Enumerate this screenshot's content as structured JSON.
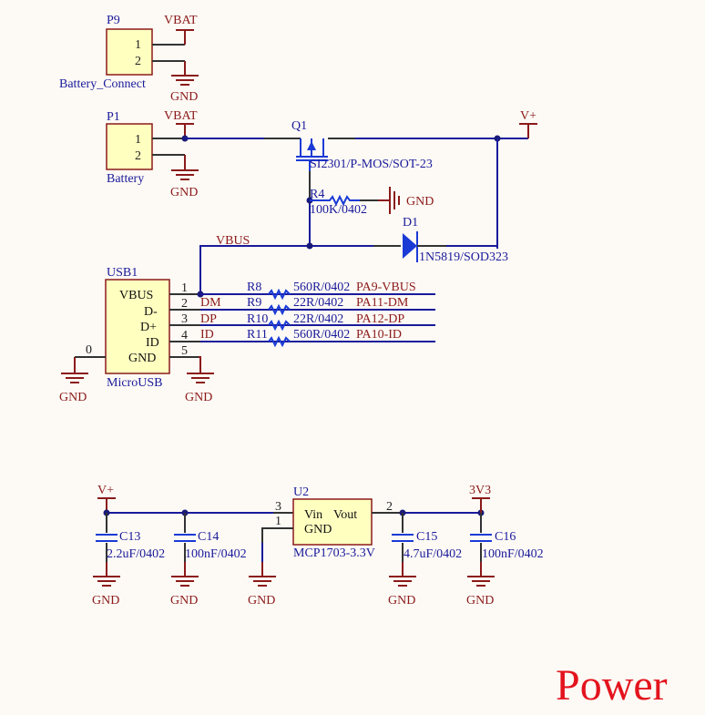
{
  "title": "Power",
  "colors": {
    "wire": "#1a1a9a",
    "power_port": "#8b1a1a",
    "component_body": "#ffffc0",
    "title": "#e3141e",
    "background": "#fdfaf5"
  },
  "p9": {
    "designator": "P9",
    "comment": "Battery_Connect",
    "pins": [
      "1",
      "2"
    ],
    "pin1_net": "VBAT",
    "pin2_net": "GND"
  },
  "p1": {
    "designator": "P1",
    "comment": "Battery",
    "pins": [
      "1",
      "2"
    ],
    "pin1_net": "VBAT",
    "pin2_net": "GND"
  },
  "q1": {
    "designator": "Q1",
    "value": "SI2301/P-MOS/SOT-23"
  },
  "r4": {
    "designator": "R4",
    "value": "100K/0402",
    "gnd": "GND"
  },
  "d1": {
    "designator": "D1",
    "value": "1N5819/SOD323"
  },
  "vplus_top": "V+",
  "vbus_net": "VBUS",
  "usb1": {
    "designator": "USB1",
    "comment": "MicroUSB",
    "pin_names": [
      "VBUS",
      "D-",
      "D+",
      "ID",
      "GND"
    ],
    "pin_numbers": [
      "1",
      "2",
      "3",
      "4",
      "5"
    ],
    "shell_pin": "0",
    "gnd_left": "GND",
    "gnd_right": "GND"
  },
  "usb_lines": [
    {
      "net_left": "",
      "res": "R8",
      "value": "560R/0402",
      "net_right": "PA9-VBUS"
    },
    {
      "net_left": "DM",
      "res": "R9",
      "value": "22R/0402",
      "net_right": "PA11-DM"
    },
    {
      "net_left": "DP",
      "res": "R10",
      "value": "22R/0402",
      "net_right": "PA12-DP"
    },
    {
      "net_left": "ID",
      "res": "R11",
      "value": "560R/0402",
      "net_right": "PA10-ID"
    }
  ],
  "regulator": {
    "designator": "U2",
    "value": "MCP1703-3.3V",
    "label_vin": "Vin",
    "label_vout": "Vout",
    "label_gnd": "GND",
    "pin_vin": "3",
    "pin_gnd": "1",
    "pin_vout": "2",
    "gnd": "GND"
  },
  "vin_port": "V+",
  "vout_port": "3V3",
  "caps": [
    {
      "designator": "C13",
      "value": "2.2uF/0402",
      "gnd": "GND"
    },
    {
      "designator": "C14",
      "value": "100nF/0402",
      "gnd": "GND"
    },
    {
      "designator": "C15",
      "value": "4.7uF/0402",
      "gnd": "GND"
    },
    {
      "designator": "C16",
      "value": "100nF/0402",
      "gnd": "GND"
    }
  ],
  "gnd_labels": {
    "p9": "GND",
    "p1": "GND"
  }
}
